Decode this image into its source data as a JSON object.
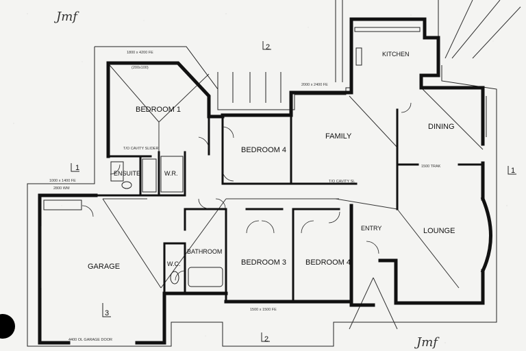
{
  "rooms": {
    "bedroom1": "BEDROOM 1",
    "ensuite": "ENSUITE",
    "wr": "W.R.",
    "bedroom4_top": "BEDROOM 4",
    "family": "FAMILY",
    "kitchen": "KITCHEN",
    "dining": "DINING",
    "garage": "GARAGE",
    "bathroom": "BATHROOM",
    "wc": "W.C.",
    "bedroom3": "BEDROOM 3",
    "bedroom4_bottom": "BEDROOM 4",
    "entry": "ENTRY",
    "lounge": "LOUNGE"
  },
  "section_marks": {
    "top": "2",
    "bottom": "2",
    "left": "1",
    "right": "1",
    "garage": "3"
  },
  "notes": {
    "tmo_cavity_slider": "T/O CAVITY SLIDER",
    "tmo_cavity_sl": "T/O CAVITY SL",
    "sliding_door": "1500 TRAK",
    "garage_dim": "4400 OL GARAGE DOOR",
    "dim_2800": "2800 WM",
    "dim_1000_1400": "1000 x 1400 FE",
    "dim_1800_4200": "1800 x 4200 FE",
    "dim_2000_2400": "2000 x 2400 FE",
    "dim_200_100": "(200x100)",
    "dim_1500_fe": "1500 x 1500 FE"
  },
  "signature": "Jmf"
}
